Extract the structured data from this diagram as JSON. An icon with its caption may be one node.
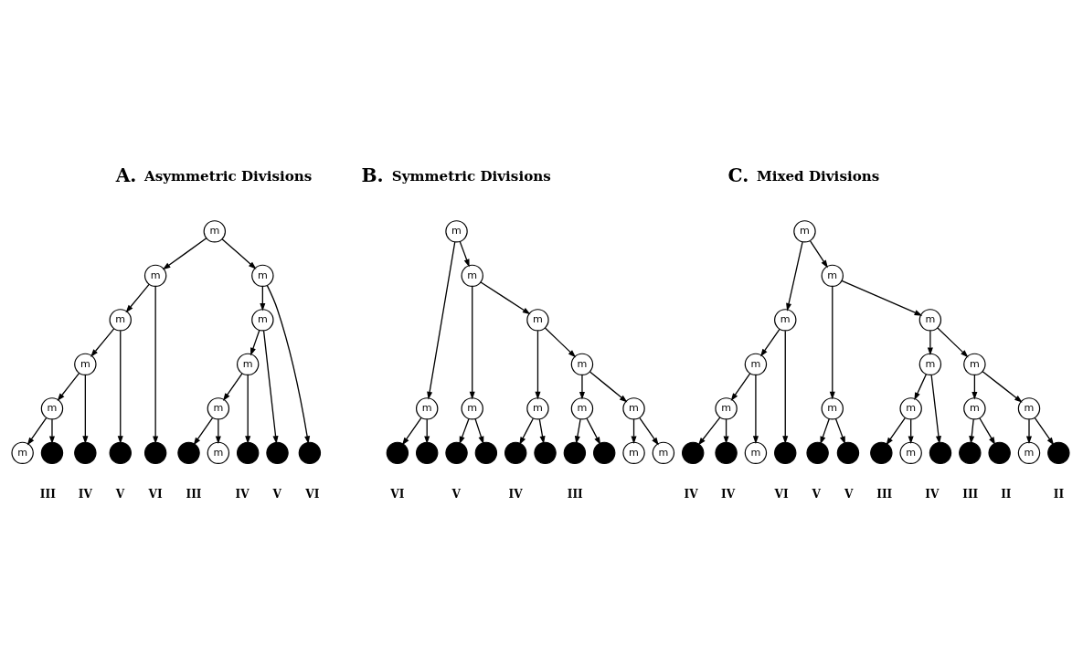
{
  "diagram": {
    "nodes": [
      {
        "text": [
          "m"
        ]
      },
      {
        "text": [
          "m"
        ]
      },
      {
        "text": [
          "m"
        ]
      },
      {
        "text": [
          "m"
        ]
      },
      {
        "text": [
          "m"
        ]
      },
      {
        "text": [
          "m"
        ]
      },
      {
        "text": [
          "m"
        ]
      },
      {
        "text": [
          "m"
        ]
      },
      {
        "text": [
          "m"
        ]
      },
      {
        "text": [
          "m"
        ]
      },
      {
        "text": [],
        "shape": "circle",
        "beside": [
          "III"
        ]
      },
      {
        "text": [],
        "shape": "circle",
        "beside": [
          "IV"
        ]
      },
      {
        "text": [],
        "shape": "circle",
        "beside": [
          "V"
        ]
      },
      {
        "text": [],
        "shape": "circle",
        "beside": [
          "VI"
        ]
      },
      {
        "text": [],
        "shape": "circle",
        "beside": [
          "VI"
        ]
      },
      {
        "text": [],
        "shape": "circle",
        "beside": [
          "V"
        ]
      },
      {
        "text": [],
        "shape": "circle",
        "beside": [
          "IV"
        ]
      },
      {
        "text": [],
        "shape": "circle",
        "beside": [
          "III"
        ]
      },
      {
        "text": [
          "m"
        ]
      },
      {
        "text": [
          "m"
        ]
      },
      {
        "text": [
          "m"
        ]
      },
      {
        "text": [
          "m"
        ]
      },
      {
        "text": [
          "m"
        ]
      },
      {
        "text": [
          "m"
        ]
      },
      {
        "text": [
          "m"
        ]
      },
      {
        "text": [
          "m"
        ]
      },
      {
        "text": [
          "m"
        ]
      },
      {
        "text": [
          "m"
        ]
      },
      {
        "text": [],
        "shape": "circle"
      },
      {
        "text": [],
        "shape": "circle"
      },
      {
        "text": [],
        "shape": "circle"
      },
      {
        "text": [],
        "shape": "circle"
      },
      {
        "text": [],
        "shape": "circle"
      },
      {
        "text": [],
        "shape": "circle"
      },
      {
        "text": [],
        "shape": "circle"
      },
      {
        "text": [],
        "shape": "circle"
      },
      {
        "text": [
          "m"
        ]
      },
      {
        "text": [
          "m"
        ]
      },
      {
        "text": [
          "m"
        ]
      },
      {
        "text": [
          "m"
        ]
      },
      {
        "text": [
          "m"
        ]
      },
      {
        "text": [
          "m"
        ]
      },
      {
        "text": [
          "m"
        ]
      },
      {
        "text": [
          "m"
        ]
      },
      {
        "text": [
          "m"
        ]
      },
      {
        "text": [
          "m"
        ]
      },
      {
        "text": [
          "m"
        ]
      },
      {
        "text": [
          "m"
        ]
      },
      {
        "text": [
          "m"
        ]
      },
      {
        "text": [
          "m"
        ]
      },
      {
        "text": [],
        "shape": "circle",
        "beside": [
          "IV"
        ]
      },
      {
        "text": [],
        "shape": "circle",
        "beside": [
          "IV"
        ]
      },
      {
        "text": [
          "m"
        ]
      },
      {
        "text": [],
        "shape": "circle",
        "beside": [
          "VI"
        ]
      },
      {
        "text": [],
        "shape": "circle",
        "beside": [
          "V"
        ]
      },
      {
        "text": [],
        "shape": "circle",
        "beside": [
          "V"
        ]
      },
      {
        "text": [],
        "shape": "circle",
        "beside": [
          "III"
        ]
      },
      {
        "text": [
          "m"
        ]
      },
      {
        "text": [],
        "shape": "circle",
        "beside": [
          "IV"
        ]
      },
      {
        "text": [],
        "shape": "circle",
        "beside": [
          "III"
        ]
      },
      {
        "text": [],
        "shape": "circle",
        "beside": [
          "II"
        ]
      },
      {
        "text": [
          "m"
        ]
      },
      {
        "text": [],
        "shape": "circle",
        "beside": [
          "II"
        ]
      }
    ],
    "edges": [
      {
        "from": 0,
        "to": 1,
        "arrow": "to"
      },
      {
        "from": 0,
        "to": 2,
        "arrow": "to"
      },
      {
        "from": 1,
        "to": 3,
        "arrow": "to"
      },
      {
        "from": 1,
        "to": 13,
        "arrow": "to"
      },
      {
        "from": 2,
        "to": 14,
        "arrow": "to"
      },
      {
        "from": 2,
        "to": 4,
        "arrow": "to"
      },
      {
        "from": 3,
        "to": 5,
        "arrow": "to"
      },
      {
        "from": 3,
        "to": 12,
        "arrow": "to"
      },
      {
        "from": 4,
        "to": 15,
        "arrow": "to"
      },
      {
        "from": 4,
        "to": 6,
        "arrow": "to"
      },
      {
        "from": 5,
        "to": 7,
        "arrow": "to"
      },
      {
        "from": 5,
        "to": 11,
        "arrow": "to"
      },
      {
        "from": 6,
        "to": 16,
        "arrow": "to"
      },
      {
        "from": 6,
        "to": 8,
        "arrow": "to"
      },
      {
        "from": 7,
        "to": 9,
        "arrow": "to"
      },
      {
        "from": 7,
        "to": 10,
        "arrow": "to"
      },
      {
        "from": 8,
        "to": 17,
        "arrow": "to"
      },
      {
        "from": 8,
        "to": 18,
        "arrow": "to"
      },
      {
        "from": 19,
        "to": 20,
        "arrow": "to"
      },
      {
        "from": 19,
        "to": 21,
        "arrow": "to"
      },
      {
        "from": 20,
        "to": 28,
        "arrow": "to"
      },
      {
        "from": 20,
        "to": 29,
        "arrow": "to"
      },
      {
        "from": 21,
        "to": 22,
        "arrow": "to"
      },
      {
        "from": 21,
        "to": 23,
        "arrow": "to"
      },
      {
        "from": 22,
        "to": 30,
        "arrow": "to"
      },
      {
        "from": 22,
        "to": 31,
        "arrow": "to"
      },
      {
        "from": 23,
        "to": 24,
        "arrow": "to"
      },
      {
        "from": 23,
        "to": 25,
        "arrow": "to"
      },
      {
        "from": 24,
        "to": 32,
        "arrow": "to"
      },
      {
        "from": 24,
        "to": 33,
        "arrow": "to"
      },
      {
        "from": 25,
        "to": 26,
        "arrow": "to"
      },
      {
        "from": 25,
        "to": 27,
        "arrow": "to"
      },
      {
        "from": 26,
        "to": 34,
        "arrow": "to"
      },
      {
        "from": 26,
        "to": 35,
        "arrow": "to"
      },
      {
        "from": 27,
        "to": 36,
        "arrow": "to"
      },
      {
        "from": 27,
        "to": 37,
        "arrow": "to"
      },
      {
        "from": 38,
        "to": 39,
        "arrow": "to"
      },
      {
        "from": 38,
        "to": 40,
        "arrow": "to"
      },
      {
        "from": 39,
        "to": 41,
        "arrow": "to"
      },
      {
        "from": 39,
        "to": 53,
        "arrow": "to"
      },
      {
        "from": 40,
        "to": 42,
        "arrow": "to"
      },
      {
        "from": 40,
        "to": 43,
        "arrow": "to"
      },
      {
        "from": 41,
        "to": 44,
        "arrow": "to"
      },
      {
        "from": 41,
        "to": 52,
        "arrow": "to"
      },
      {
        "from": 44,
        "to": 50,
        "arrow": "to"
      },
      {
        "from": 44,
        "to": 51,
        "arrow": "to"
      },
      {
        "from": 42,
        "to": 54,
        "arrow": "to"
      },
      {
        "from": 42,
        "to": 55,
        "arrow": "to"
      },
      {
        "from": 43,
        "to": 45,
        "arrow": "to"
      },
      {
        "from": 43,
        "to": 46,
        "arrow": "to"
      },
      {
        "from": 45,
        "to": 47,
        "arrow": "to"
      },
      {
        "from": 45,
        "to": 58,
        "arrow": "to"
      },
      {
        "from": 47,
        "to": 56,
        "arrow": "to"
      },
      {
        "from": 47,
        "to": 57,
        "arrow": "to"
      },
      {
        "from": 46,
        "to": 48,
        "arrow": "to"
      },
      {
        "from": 46,
        "to": 49,
        "arrow": "to"
      },
      {
        "from": 48,
        "to": 59,
        "arrow": "to"
      },
      {
        "from": 48,
        "to": 60,
        "arrow": "to"
      },
      {
        "from": 49,
        "to": 61,
        "arrow": "to"
      },
      {
        "from": 49,
        "to": 62,
        "arrow": "to"
      }
    ],
    "labels": [
      "A.",
      "Asymmetric Divisions",
      "B.",
      "Symmetric Divisions",
      "C.",
      "Mixed Divisions",
      "VI",
      "V",
      "IV",
      "III"
    ]
  }
}
